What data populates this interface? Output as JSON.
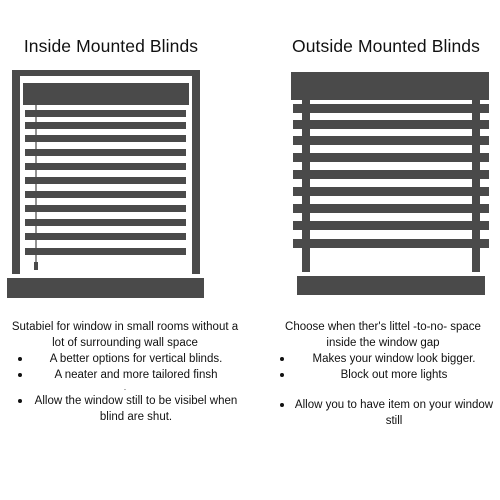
{
  "left": {
    "title": "Inside Mounted Blinds",
    "intro": "Sutabiel for window in small rooms without a lot of surrounding wall space",
    "bullets": [
      "A better options for vertical blinds.",
      "A neater and more tailored finsh",
      "Allow the window still to be visibel when blind are shut."
    ],
    "stray_mark": "."
  },
  "right": {
    "title": "Outside Mounted Blinds",
    "intro": "Choose when ther's littel -to-no- space inside the window gap",
    "bullets": [
      "Makes your window look bigger.",
      "Block out more lights",
      "Allow you to have item on your window still"
    ]
  },
  "colors": {
    "blind": "#4a4a4a",
    "text": "#111111",
    "background": "#ffffff"
  }
}
